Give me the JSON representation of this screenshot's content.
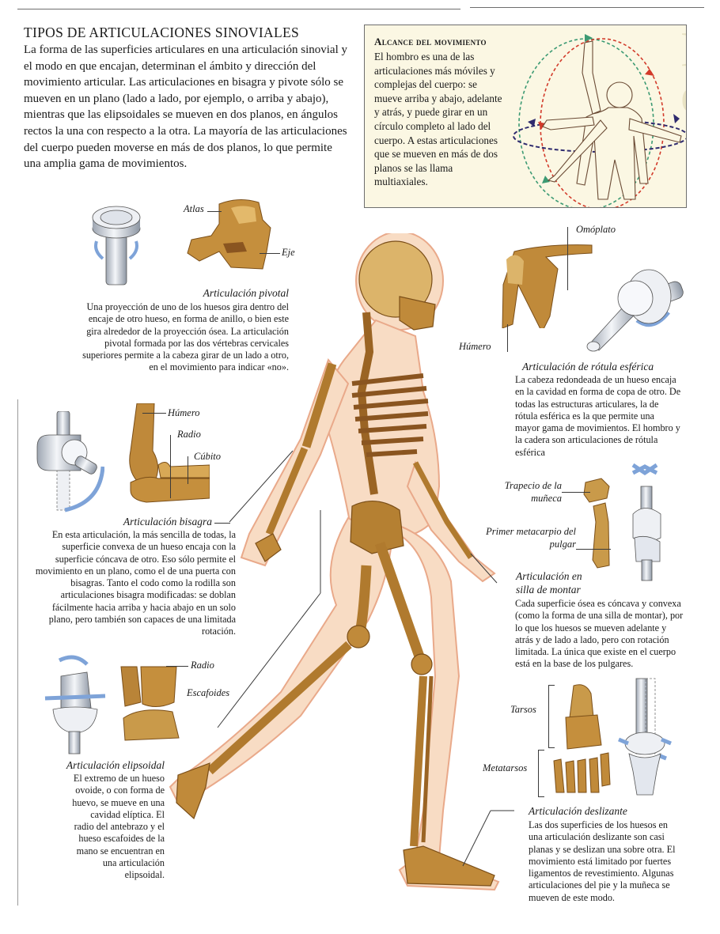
{
  "page": {
    "title": "TIPOS DE ARTICULACIONES SINOVIALES",
    "intro": "La forma de las superficies articulares en una articulación sinovial y el modo en que encajan, determinan el ámbito y dirección del movimiento articular. Las articulaciones en bisagra y pivote sólo se mueven en un plano (lado a lado, por ejemplo, o arriba y abajo), mientras que las elipsoidales se mueven en dos planos, en ángulos rectos la una con respecto a la otra. La mayoría de las articulaciones del cuerpo pueden moverse en más de dos planos, lo que permite una amplia gama de movimientos."
  },
  "sidebar_box": {
    "title": "Alcance del movimiento",
    "text": "El hombro es una de las articulaciones más móviles y complejas del cuerpo: se mueve arriba y abajo, adelante y atrás, y puede girar en un círculo completo al lado del cuerpo. A estas articulaciones que se mueven en más de dos planos se las llama multiaxiales.",
    "arrow_colors": {
      "green": "#3c9a73",
      "red": "#d23a2a",
      "navy": "#2e2a6e"
    }
  },
  "joints": {
    "pivotal": {
      "labels": {
        "atlas": "Atlas",
        "eje": "Eje"
      },
      "title": "Articulación pivotal",
      "text": "Una proyección de uno de los huesos gira dentro del encaje de otro hueso, en forma de anillo, o bien este gira alrededor de la proyección ósea. La articulación pivotal formada por las dos vértebras cervicales superiores permite a la cabeza girar de un lado a otro, en el movimiento para indicar «no»."
    },
    "ball_socket": {
      "labels": {
        "omoplato": "Omóplato",
        "humero": "Húmero"
      },
      "title": "Articulación de rótula esférica",
      "text": "La cabeza redondeada de un hueso encaja en la cavidad en forma de copa de otro. De todas las estructuras articulares, la de rótula esférica es la que permite una mayor gama de movimientos. El hombro y la cadera son articulaciones de rótula esférica"
    },
    "hinge": {
      "labels": {
        "humero": "Húmero",
        "radio": "Radio",
        "cubito": "Cúbito"
      },
      "title": "Articulación bisagra",
      "text": "En esta articulación, la más sencilla de todas, la superficie convexa de un hueso encaja con la superficie cóncava de otro. Eso sólo permite el movimiento en un plano, como el de una puerta con bisagras. Tanto el codo como la rodilla son articulaciones bisagra modificadas: se doblan fácilmente hacia arriba y hacia abajo en un solo plano, pero también son capaces de una limitada rotación."
    },
    "saddle": {
      "labels": {
        "trapecio": "Trapecio de la muñeca",
        "metacarpio": "Primer metacarpio del pulgar"
      },
      "title": "Articulación en silla de montar",
      "text": "Cada superficie ósea es cóncava y convexa (como la forma de una silla de montar), por lo que los huesos se mueven adelante y atrás y de lado a lado, pero con rotación limitada. La única que existe en el cuerpo está en la base de los pulgares."
    },
    "ellipsoidal": {
      "labels": {
        "radio": "Radio",
        "escafoides": "Escafoides"
      },
      "title": "Articulación elipsoidal",
      "text": "El extremo de un hueso ovoide, o con forma de huevo, se mueve en una cavidad elíptica. El radio del antebrazo y el hueso escafoides de la mano se encuentran en una articulación elipsoidal."
    },
    "gliding": {
      "labels": {
        "tarsos": "Tarsos",
        "metatarsos": "Metatarsos"
      },
      "title": "Articulación deslizante",
      "text": "Las dos superficies de los huesos en una articulación deslizante son casi planas y se deslizan una sobre otra. El movimiento está limitado por fuertes ligamentos de revestimiento. Algunas articulaciones del pie y la muñeca se mueven de este modo."
    }
  },
  "colors": {
    "bone": "#b07a2e",
    "bone_light": "#dcb46a",
    "skin": "#f8dcc4",
    "skin_edge": "#e9a98a",
    "model_metal": "#dfe3ea",
    "motion_arrow": "#7ea3d8"
  }
}
